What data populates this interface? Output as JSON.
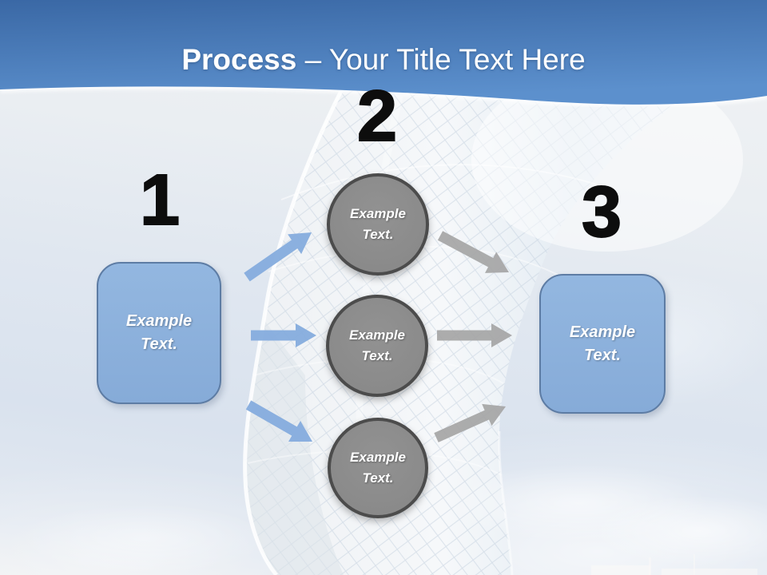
{
  "slide": {
    "header": {
      "title_bold": "Process",
      "title_rest": "– Your Title Text Here"
    },
    "process": {
      "step1": {
        "number": "1",
        "box_label": "Example Text."
      },
      "step2": {
        "number": "2",
        "circle_labels": [
          "Example Text.",
          "Example Text.",
          "Example Text."
        ]
      },
      "step3": {
        "number": "3",
        "box_label": "Example Text."
      }
    },
    "colors": {
      "header_band_top": "#3a68a5",
      "header_band_bottom": "#5c90cd",
      "title_text": "#ffffff",
      "number_text": "#0d0d0d",
      "box_fill": "#8cb2dc",
      "box_border": "#5d7ca4",
      "circle_fill": "#8b8b8b",
      "circle_border": "#4c4c4c",
      "arrow_blue": "#85acdd",
      "arrow_gray": "#a5a5a5"
    }
  }
}
